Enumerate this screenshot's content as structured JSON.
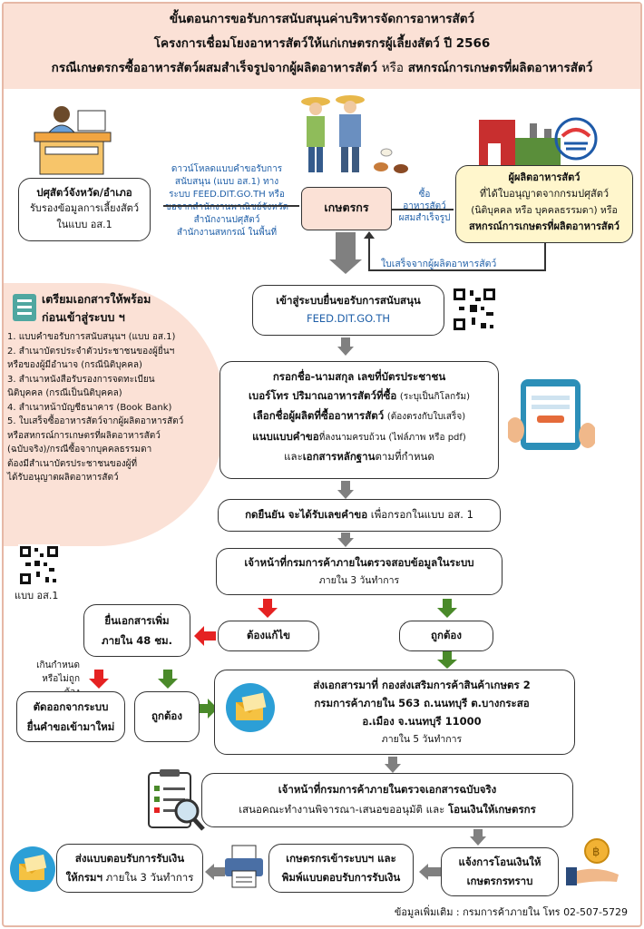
{
  "header": {
    "line1": "ขั้นตอนการขอรับการสนับสนุนค่าบริหารจัดการอาหารสัตว์",
    "line2": "โครงการเชื่อมโยงอาหารสัตว์ให้แก่เกษตรกรผู้เลี้ยงสัตว์ ปี 2566",
    "line3a": "กรณีเกษตรกรซื้ออาหารสัตว์ผสมสำเร็จรูปจากผู้ผลิตอาหารสัตว์",
    "line3b": "หรือ",
    "line3c": "สหกรณ์การเกษตรที่ผลิตอาหารสัตว์"
  },
  "livestock_office": {
    "title": "ปศุสัตว์จังหวัด/อำเภอ",
    "line2": "รับรองข้อมูลการเลี้ยงสัตว์",
    "line3": "ในแบบ อส.1"
  },
  "download_note": {
    "line1": "ดาวน์โหลดแบบคำขอรับการ",
    "line2": "สนับสนุน (แบบ อส.1) ทาง",
    "line3": "ระบบ FEED.DIT.GO.TH หรือ",
    "line4": "ขอจากสำนักงานพาณิชย์จังหวัด",
    "line5": "สำนักงานปศุสัตว์",
    "line6": "สำนักงานสหกรณ์ ในพื้นที่"
  },
  "farmer": {
    "label": "เกษตรกร"
  },
  "buy_note": {
    "line1": "ซื้อ",
    "line2": "อาหารสัตว์",
    "line3": "ผสมสำเร็จรูป"
  },
  "producer": {
    "title": "ผู้ผลิตอาหารสัตว์",
    "line2": "ที่ได้ใบอนุญาตจากกรมปศุสัตว์",
    "line3": "(นิติบุคคล หรือ บุคคลธรรมดา) หรือ",
    "line4": "สหกรณ์การเกษตรที่ผลิตอาหารสัตว์"
  },
  "receipt_note": "ใบเสร็จจากผู้ผลิตอาหารสัตว์",
  "system_entry": {
    "line1": "เข้าสู่ระบบยื่นขอรับการสนับสนุน",
    "line2": "FEED.DIT.GO.TH"
  },
  "form_fill": {
    "line1": "กรอกชื่อ-นามสกุล เลขที่บัตรประชาชน",
    "line2a": "เบอร์โทร ปริมาณอาหารสัตว์ที่ซื้อ",
    "line2b": "(ระบุเป็นกิโลกรัม)",
    "line3a": "เลือกชื่อผู้ผลิตที่ซื้ออาหารสัตว์",
    "line3b": "(ต้องตรงกับใบเสร็จ)",
    "line4a": "แนบแบบคำขอ",
    "line4b": "ที่ลงนามครบถ้วน (ไฟล์ภาพ หรือ pdf)",
    "line5a": "และ",
    "line5b": "เอกสารหลักฐาน",
    "line5c": "ตามที่กำหนด"
  },
  "confirm": {
    "bold": "กดยืนยัน จะได้รับเลขคำขอ",
    "rest": "เพื่อกรอกในแบบ อส. 1"
  },
  "verify": {
    "line1": "เจ้าหน้าที่กรมการค้าภายในตรวจสอบข้อมูลในระบบ",
    "line2": "ภายใน 3 วันทำการ"
  },
  "fix": {
    "label": "ต้องแก้ไข"
  },
  "correct1": {
    "label": "ถูกต้อง"
  },
  "submit_more": {
    "line1": "ยื่นเอกสารเพิ่ม",
    "line2": "ภายใน 48 ชม."
  },
  "overdue_note": {
    "line1": "เกินกำหนด",
    "line2": "หรือไม่ถูกต้อง"
  },
  "cutoff": {
    "line1": "ตัดออกจากระบบ",
    "line2": "ยื่นคำขอเข้ามาใหม่"
  },
  "correct2": {
    "label": "ถูกต้อง"
  },
  "send_docs": {
    "line1": "ส่งเอกสารมาที่ กองส่งเสริมการค้าสินค้าเกษตร 2",
    "line2": "กรมการค้าภายใน 563 ถ.นนทบุรี ต.บางกระสอ",
    "line3": "อ.เมือง จ.นนทบุรี 11000",
    "line4": "ภายใน 5 วันทำการ"
  },
  "original_check": {
    "line1": "เจ้าหน้าที่กรมการค้าภายในตรวจเอกสารฉบับจริง",
    "line2a": "เสนอคณะทำงานพิจารณา-เสนอขออนุมัติ  และ",
    "line2b": "โอนเงินให้เกษตรกร"
  },
  "notify": {
    "line1": "แจ้งการโอนเงินให้",
    "line2": "เกษตรกรทราบ"
  },
  "print": {
    "line1": "เกษตรกรเข้าระบบฯ และ",
    "line2": "พิมพ์แบบตอบรับการรับเงิน"
  },
  "send_back": {
    "line1": "ส่งแบบตอบรับการรับเงิน",
    "line2a": "ให้กรมฯ",
    "line2b": "ภายใน 3 วันทำการ"
  },
  "prep": {
    "title1": "เตรียมเอกสารให้พร้อม",
    "title2": "ก่อนเข้าสู่ระบบ ฯ",
    "items": [
      "1. แบบคำขอรับการสนับสนุนฯ (แบบ อส.1)",
      "2. สำเนาบัตรประจำตัวประชาชนของผู้ยื่นฯ",
      "    หรือของผู้มีอำนาจ (กรณีนิติบุคคล)",
      "3. สำเนาหนังสือรับรองการจดทะเบียน",
      "    นิติบุคคล (กรณีเป็นนิติบุคคล)",
      "4. สำเนาหน้าบัญชีธนาคาร (Book Bank)",
      "5. ใบเสร็จซื้ออาหารสัตว์จากผู้ผลิตอาหารสัตว์",
      "    หรือสหกรณ์การเกษตรที่ผลิตอาหารสัตว์",
      "    (ฉบับจริง)/กรณีซื้อจากบุคคลธรรมดา",
      "    ต้องมีสำเนาบัตรประชาชนของผู้ที่",
      "    ได้รับอนุญาตผลิตอาหารสัตว์"
    ]
  },
  "qr_label": "แบบ อส.1",
  "footer": "ข้อมูลเพิ่มเติม : กรมการค้าภายใน โทร 02-507-5729",
  "colors": {
    "red_arrow": "#e52222",
    "green_arrow": "#4a8a2a",
    "gray_arrow": "#808080",
    "header_bg": "#fbe1d6",
    "link_blue": "#1f5fa8"
  }
}
